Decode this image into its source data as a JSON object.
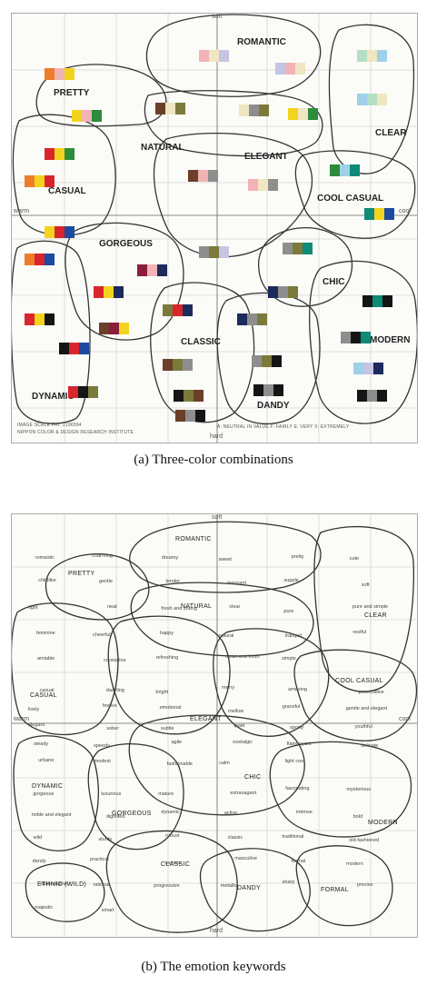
{
  "panel_a": {
    "pole_top": "soft",
    "pole_bottom": "hard",
    "pole_left": "warm",
    "pole_right": "cool",
    "footer_left_1": "IMAGE SCALE PAT. 2196594",
    "footer_left_2": "NIPPON COLOR & DESIGN RESEARCH INSTITUTE",
    "footer_right": "A: NEUTRAL IN VALUE  F: FAIRLY  E: VERY  X: EXTREMELY",
    "regions": [
      "ROMANTIC",
      "PRETTY",
      "NATURAL",
      "ELEGANT",
      "CLEAR",
      "CASUAL",
      "COOL CASUAL",
      "GORGEOUS",
      "CHIC",
      "CLASSIC",
      "DYNAMIC",
      "DANDY",
      "MODERN"
    ],
    "caption": "(a) Three-color combinations",
    "colors": {
      "red": "#d8262c",
      "orange": "#ee7d2b",
      "yellow": "#f2d41e",
      "green": "#2d8c3c",
      "blue": "#1c4aa0",
      "navy": "#1d2a5c",
      "black": "#151515",
      "pink": "#f1b3b6",
      "peach": "#f2c3a0",
      "cream": "#efe6c2",
      "lavender": "#c6c4e2",
      "mint": "#b5dfc4",
      "sky": "#9fd0ea",
      "olive": "#7b7a3a",
      "brown": "#6b3f2a",
      "grey": "#8e8e8e",
      "purple": "#6a2c6a",
      "wine": "#8a1e3a",
      "teal": "#0f8a76"
    }
  },
  "panel_b": {
    "pole_top": "soft",
    "pole_bottom": "hard",
    "pole_left": "warm",
    "pole_right": "cool",
    "regions": [
      "ROMANTIC",
      "PRETTY",
      "NATURAL",
      "CLEAR",
      "CASUAL",
      "COOL CASUAL",
      "ELEGANT",
      "GORGEOUS",
      "CHIC",
      "DYNAMIC",
      "CLASSIC",
      "DANDY",
      "MODERN",
      "FORMAL",
      "ETHNIC (WILD)"
    ],
    "keywords": {
      "top": [
        "romantic",
        "charming",
        "dreamy",
        "sweet",
        "pretty",
        "cute",
        "childlike",
        "gentle",
        "tender",
        "innocent",
        "supple",
        "soft",
        "light",
        "neat",
        "fresh and young",
        "clear",
        "pure",
        "pure and simple",
        "feminine",
        "cheerful",
        "happy",
        "natural",
        "tranquil",
        "restful",
        "amiable",
        "crystalline",
        "refreshing",
        "clean and fresh",
        "simple"
      ],
      "middle": [
        "casual",
        "dazzling",
        "bright",
        "merry",
        "amusing",
        "provocative",
        "lively",
        "festive",
        "emotional",
        "mellow",
        "graceful",
        "gentle and elegant",
        "elegant",
        "sober",
        "subtle",
        "quiet",
        "sporty",
        "youthful",
        "steady",
        "speedy",
        "agile",
        "nostalgic",
        "flamboyant",
        "delicate",
        "urbane",
        "modest",
        "fashionable",
        "calm",
        "light cool"
      ],
      "bottom": [
        "gorgeous",
        "luxurious",
        "mature",
        "extravagant",
        "fascinating",
        "mysterious",
        "noble and elegant",
        "dignified",
        "dynamic",
        "active",
        "intense",
        "bold",
        "wild",
        "sturdy",
        "robust",
        "classic",
        "traditional",
        "old-fashioned",
        "dandy",
        "practical",
        "serious",
        "masculine",
        "formal",
        "modern",
        "authoritative",
        "rational",
        "progressive",
        "metallic",
        "sharp",
        "precise",
        "majestic",
        "smart"
      ]
    },
    "caption": "(b) The emotion keywords"
  }
}
